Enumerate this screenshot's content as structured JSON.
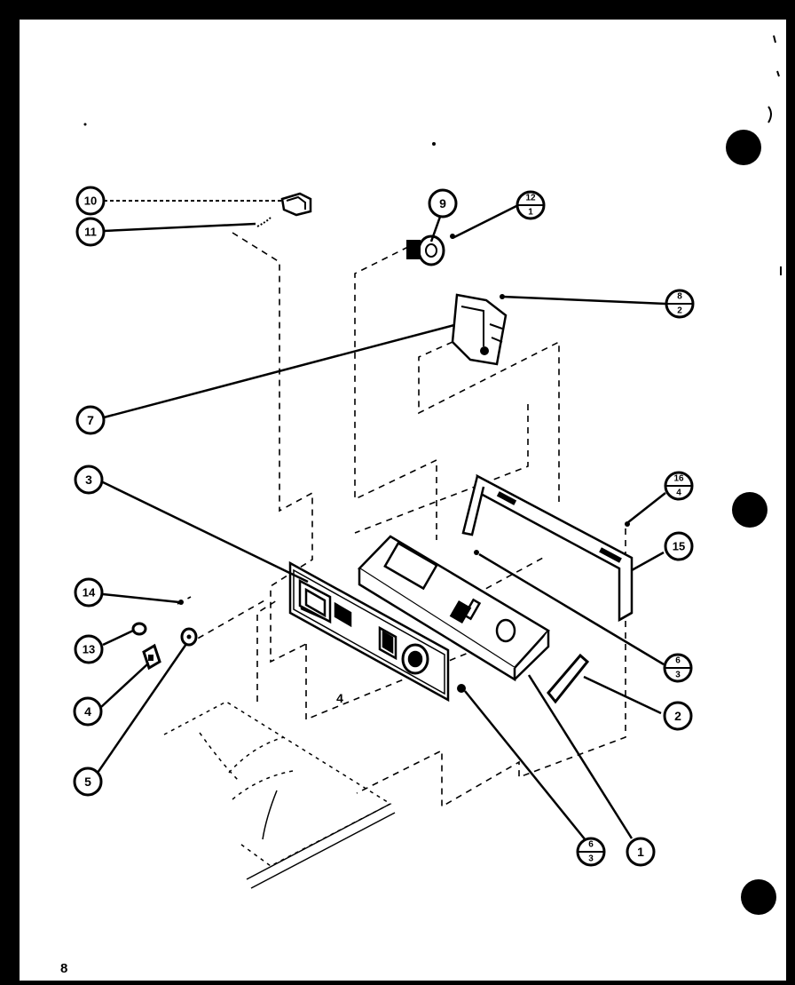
{
  "page_number": "8",
  "callouts": {
    "c1": "1",
    "c2": "2",
    "c3": "3",
    "c4": "4",
    "c5": "5",
    "c7": "7",
    "c9": "9",
    "c10": "10",
    "c11": "11",
    "c13": "13",
    "c14": "14",
    "c15": "15"
  },
  "split_callouts": {
    "s12": {
      "top": "12",
      "bottom": "1"
    },
    "s8": {
      "top": "8",
      "bottom": "2"
    },
    "s16": {
      "top": "16",
      "bottom": "4"
    },
    "s6a": {
      "top": "6",
      "bottom": "3"
    },
    "s6b": {
      "top": "6",
      "bottom": "3"
    }
  },
  "inline_label": "4"
}
